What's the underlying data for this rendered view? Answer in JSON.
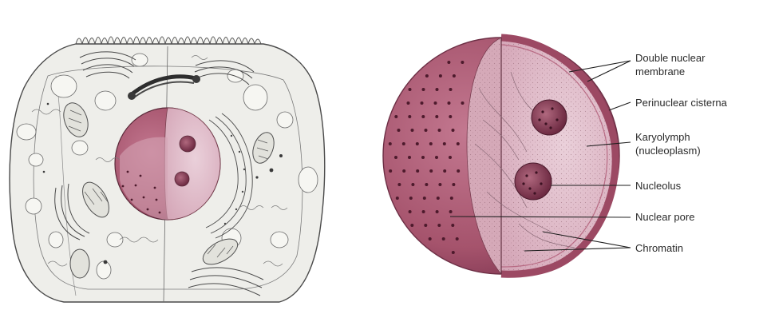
{
  "labels": {
    "double_nuclear_membrane_line1": "Double nuclear",
    "double_nuclear_membrane_line2": "membrane",
    "perinuclear_cisterna": "Perinuclear cisterna",
    "karyolymph_line1": "Karyolymph",
    "karyolymph_line2": "(nucleoplasm)",
    "nucleolus": "Nucleolus",
    "nuclear_pore": "Nuclear pore",
    "chromatin": "Chromatin"
  },
  "colors": {
    "nucleus_outer": "#a8556e",
    "nucleus_dark": "#8a3d55",
    "nucleoplasm": "#dcb4c4",
    "cytoplasm": "#efefea",
    "outline": "#4a4a4a",
    "pore": "#5a1f33"
  }
}
